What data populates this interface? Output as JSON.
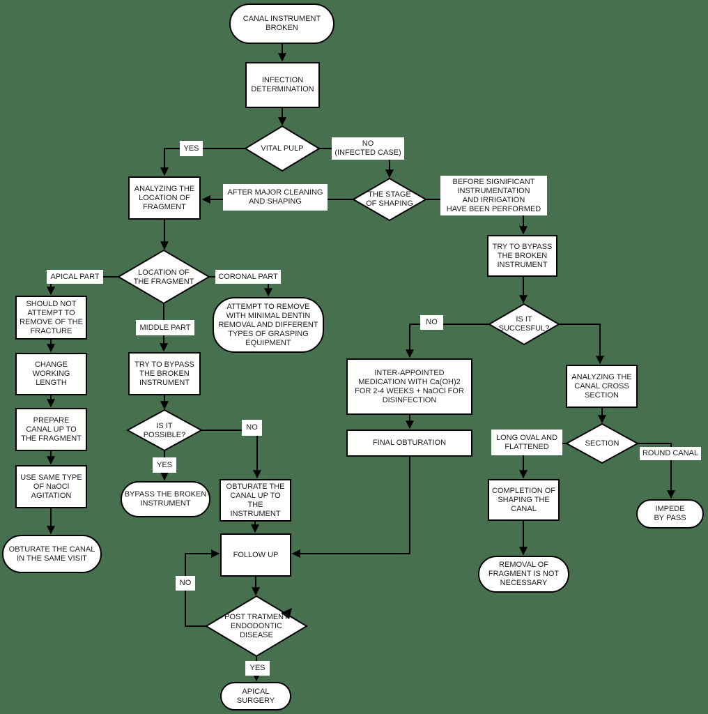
{
  "colors": {
    "background": "#47704F",
    "node_fill": "#FFFFFF",
    "line": "#000000",
    "text": "#1B1B1B"
  },
  "nodes": {
    "canal_broken": "CANAL INSTRUMENT\nBROKEN",
    "infection_determination": "INFECTION\nDETERMINATION",
    "vital_pulp": "VITAL PULP",
    "stage_of_shaping": "THE STAGE\nOF SHAPING",
    "analyzing_location": "ANALYZING THE\nLOCATION OF\nFRAGMENT",
    "try_bypass_right": "TRY TO BYPASS\nTHE BROKEN\nINSTRUMENT",
    "is_it_succesful": "IS IT\nSUCCESFUL?",
    "inter_appointed": "INTER-APPOINTED\nMEDICATION WITH Ca(OH)2\nFOR 2-4 WEEKS + NaOCl FOR\nDISINFECTION",
    "final_obturation": "FINAL OBTURATION",
    "analyzing_cross_section": "ANALYZING THE\nCANAL CROSS\nSECTION",
    "section": "SECTION",
    "completion_shaping": "COMPLETION OF\nSHAPING THE\nCANAL",
    "removal_not_necessary": "REMOVAL OF\nFRAGMENT IS NOT\nNECESSARY",
    "impede_bypass": "IMPEDE\nBY PASS",
    "location_of_fragment": "LOCATION OF\nTHE FRAGMENT",
    "should_not_attempt": "SHOULD NOT\nATTEMPT TO\nREMOVE OF THE\nFRACTURE",
    "change_working_length": "CHANGE\nWORKING\nLENGTH",
    "prepare_canal": "PREPARE\nCANAL UP TO\nTHE FRAGMENT",
    "use_same_type": "USE SAME TYPE\nOF NaOCl\nAGITATION",
    "obturate_same_visit": "OBTURATE THE CANAL\nIN THE SAME VISIT",
    "attempt_remove": "ATTEMPT TO REMOVE\nWITH MINIMAL DENTIN\nREMOVAL AND DIFFERENT\nTYPES OF GRASPING\nEQUIPMENT",
    "try_bypass_middle": "TRY TO BYPASS\nTHE BROKEN\nINSTRUMENT",
    "is_it_possible": "IS IT\nPOSSIBLE?",
    "bypass_broken": "BYPASS THE BROKEN\nINSTRUMENT",
    "obturate_up_to": "OBTURATE THE\nCANAL UP TO\nTHE\nINSTRUMENT",
    "follow_up": "FOLLOW UP",
    "post_treatment": "POST TRATMENT\nENDODONTIC\nDISEASE",
    "apical_surgery": "APICAL\nSURGERY"
  },
  "labels": {
    "vital_yes": "YES",
    "vital_no": "NO\n(INFECTED CASE)",
    "after_major": "AFTER MAJOR CLEANING\nAND SHAPING",
    "before_significant": "BEFORE SIGNIFICANT\nINSTRUMENTATION\nAND IRRIGATION\nHAVE BEEN PERFORMED",
    "succesful_no": "NO",
    "long_oval": "LONG OVAL AND\nFLATTENED",
    "round_canal": "ROUND CANAL",
    "apical_part": "APICAL PART",
    "coronal_part": "CORONAL PART",
    "middle_part": "MIDDLE PART",
    "possible_yes": "YES",
    "possible_no": "NO",
    "post_no": "NO",
    "post_yes": "YES"
  }
}
